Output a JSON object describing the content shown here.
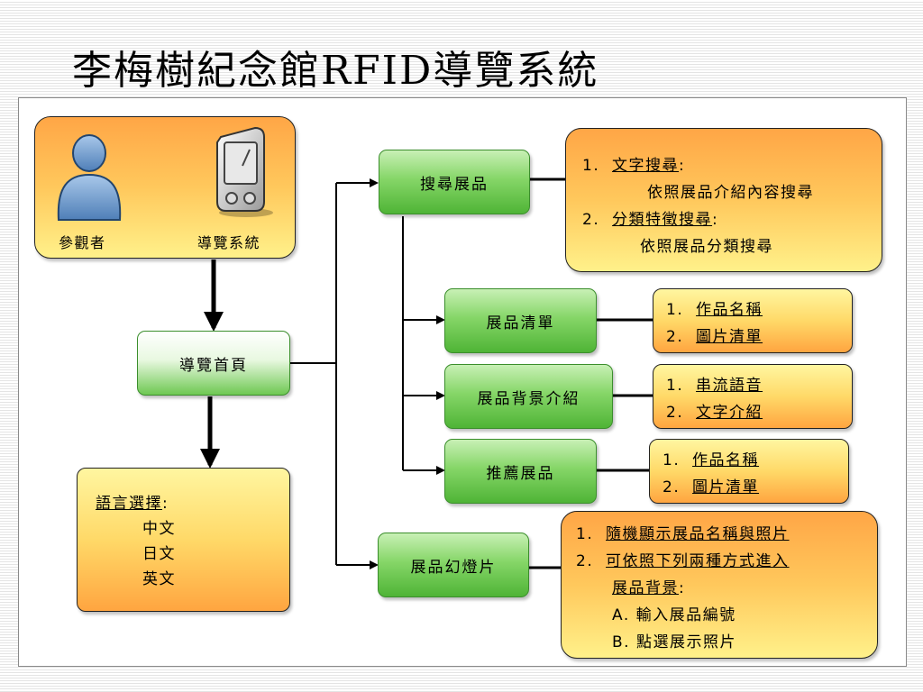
{
  "title": "李梅樹紀念館RFID導覽系統",
  "visitor": {
    "visitor_label": "參觀者",
    "system_label": "導覽系統"
  },
  "home": "導覽首頁",
  "language": {
    "heading": "語言選擇",
    "colon": ":",
    "options": [
      "中文",
      "日文",
      "英文"
    ]
  },
  "search": {
    "label": "搜尋展品",
    "items": [
      {
        "num": "1.",
        "title": "文字搜尋",
        "colon": ":",
        "desc": "依照展品介紹內容搜尋"
      },
      {
        "num": "2.",
        "title": "分類特徵搜尋",
        "colon": ":",
        "desc": "依照展品分類搜尋"
      }
    ]
  },
  "list": {
    "label": "展品清單",
    "items": [
      {
        "num": "1.",
        "text": "作品名稱"
      },
      {
        "num": "2.",
        "text": "圖片清單"
      }
    ]
  },
  "background": {
    "label": "展品背景介紹",
    "items": [
      {
        "num": "1.",
        "text": "串流語音"
      },
      {
        "num": "2.",
        "text": "文字介紹"
      }
    ]
  },
  "recommend": {
    "label": "推薦展品",
    "items": [
      {
        "num": "1.",
        "text": "作品名稱"
      },
      {
        "num": "2.",
        "text": "圖片清單"
      }
    ]
  },
  "slideshow": {
    "label": "展品幻燈片",
    "items": [
      {
        "num": "1.",
        "text": "隨機顯示展品名稱與照片"
      },
      {
        "num": "2.",
        "text": "可依照下列兩種方式進入",
        "text2": "展品背景",
        "colon": ":"
      }
    ],
    "sub": [
      {
        "num": "A.",
        "text": "輸入展品編號"
      },
      {
        "num": "B.",
        "text": "點選展示照片"
      }
    ]
  },
  "colors": {
    "green": "#6ccb4f",
    "orange": "#ffb24e",
    "line": "#000000"
  }
}
